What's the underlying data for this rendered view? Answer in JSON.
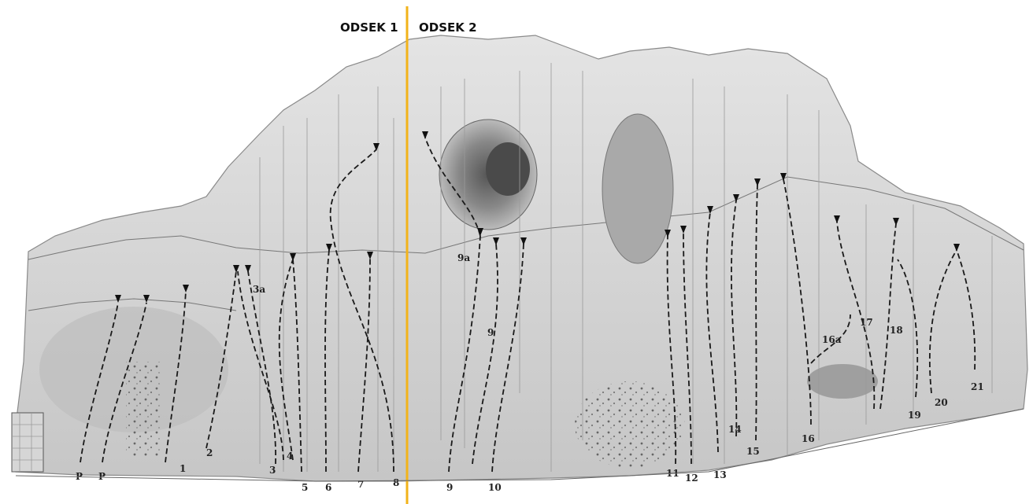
{
  "sectors": {
    "left": "ODSEK 1",
    "right": "ODSEK 2",
    "divider_color": "#f2b31a"
  },
  "routes": [
    {
      "id": "p1",
      "label": "P"
    },
    {
      "id": "p2",
      "label": "P"
    },
    {
      "id": "r1",
      "label": "1"
    },
    {
      "id": "r2",
      "label": "2"
    },
    {
      "id": "r3",
      "label": "3"
    },
    {
      "id": "r3a",
      "label": "3a"
    },
    {
      "id": "r4",
      "label": "4"
    },
    {
      "id": "r5",
      "label": "5"
    },
    {
      "id": "r6",
      "label": "6"
    },
    {
      "id": "r7",
      "label": "7"
    },
    {
      "id": "r8",
      "label": "8"
    },
    {
      "id": "r9",
      "label": "9"
    },
    {
      "id": "r9b",
      "label": "9"
    },
    {
      "id": "r9a",
      "label": "9a"
    },
    {
      "id": "r10",
      "label": "10"
    },
    {
      "id": "r11",
      "label": "11"
    },
    {
      "id": "r12",
      "label": "12"
    },
    {
      "id": "r13",
      "label": "13"
    },
    {
      "id": "r14",
      "label": "14"
    },
    {
      "id": "r15",
      "label": "15"
    },
    {
      "id": "r16",
      "label": "16"
    },
    {
      "id": "r16a",
      "label": "16a"
    },
    {
      "id": "r17",
      "label": "17"
    },
    {
      "id": "r18",
      "label": "18"
    },
    {
      "id": "r19",
      "label": "19"
    },
    {
      "id": "r20",
      "label": "20"
    },
    {
      "id": "r21",
      "label": "21"
    }
  ]
}
